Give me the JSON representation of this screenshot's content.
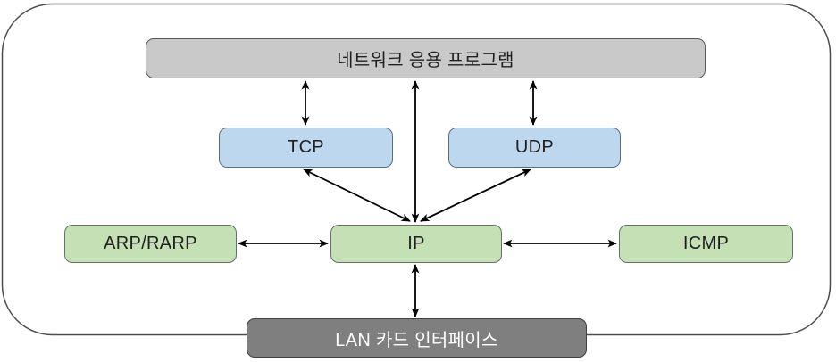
{
  "diagram": {
    "kind": "tcp-ip-protocol-stack",
    "nodes": {
      "app": {
        "label": "네트워크 응용 프로그램",
        "fill": "#c9c9c9",
        "text_color": "#1f1f1f"
      },
      "tcp": {
        "label": "TCP",
        "fill": "#bdd7ee",
        "text_color": "#1f1f1f"
      },
      "udp": {
        "label": "UDP",
        "fill": "#bdd7ee",
        "text_color": "#1f1f1f"
      },
      "arp": {
        "label": "ARP/RARP",
        "fill": "#c5e0b4",
        "text_color": "#1f1f1f"
      },
      "ip": {
        "label": "IP",
        "fill": "#c5e0b4",
        "text_color": "#1f1f1f"
      },
      "icmp": {
        "label": "ICMP",
        "fill": "#c5e0b4",
        "text_color": "#1f1f1f"
      },
      "lan": {
        "label": "LAN 카드 인터페이스",
        "fill": "#7f7f7f",
        "text_color": "#ffffff"
      }
    },
    "edges": [
      {
        "from": "app",
        "to": "tcp",
        "style": "bidirectional"
      },
      {
        "from": "app",
        "to": "ip",
        "style": "bidirectional"
      },
      {
        "from": "app",
        "to": "udp",
        "style": "bidirectional"
      },
      {
        "from": "tcp",
        "to": "ip",
        "style": "bidirectional"
      },
      {
        "from": "udp",
        "to": "ip",
        "style": "bidirectional"
      },
      {
        "from": "arp",
        "to": "ip",
        "style": "bidirectional"
      },
      {
        "from": "ip",
        "to": "icmp",
        "style": "bidirectional"
      },
      {
        "from": "ip",
        "to": "lan",
        "style": "bidirectional"
      }
    ],
    "colors": {
      "arrow": "#000000",
      "outer_border": "#4d4d4d",
      "background": "#ffffff"
    }
  }
}
